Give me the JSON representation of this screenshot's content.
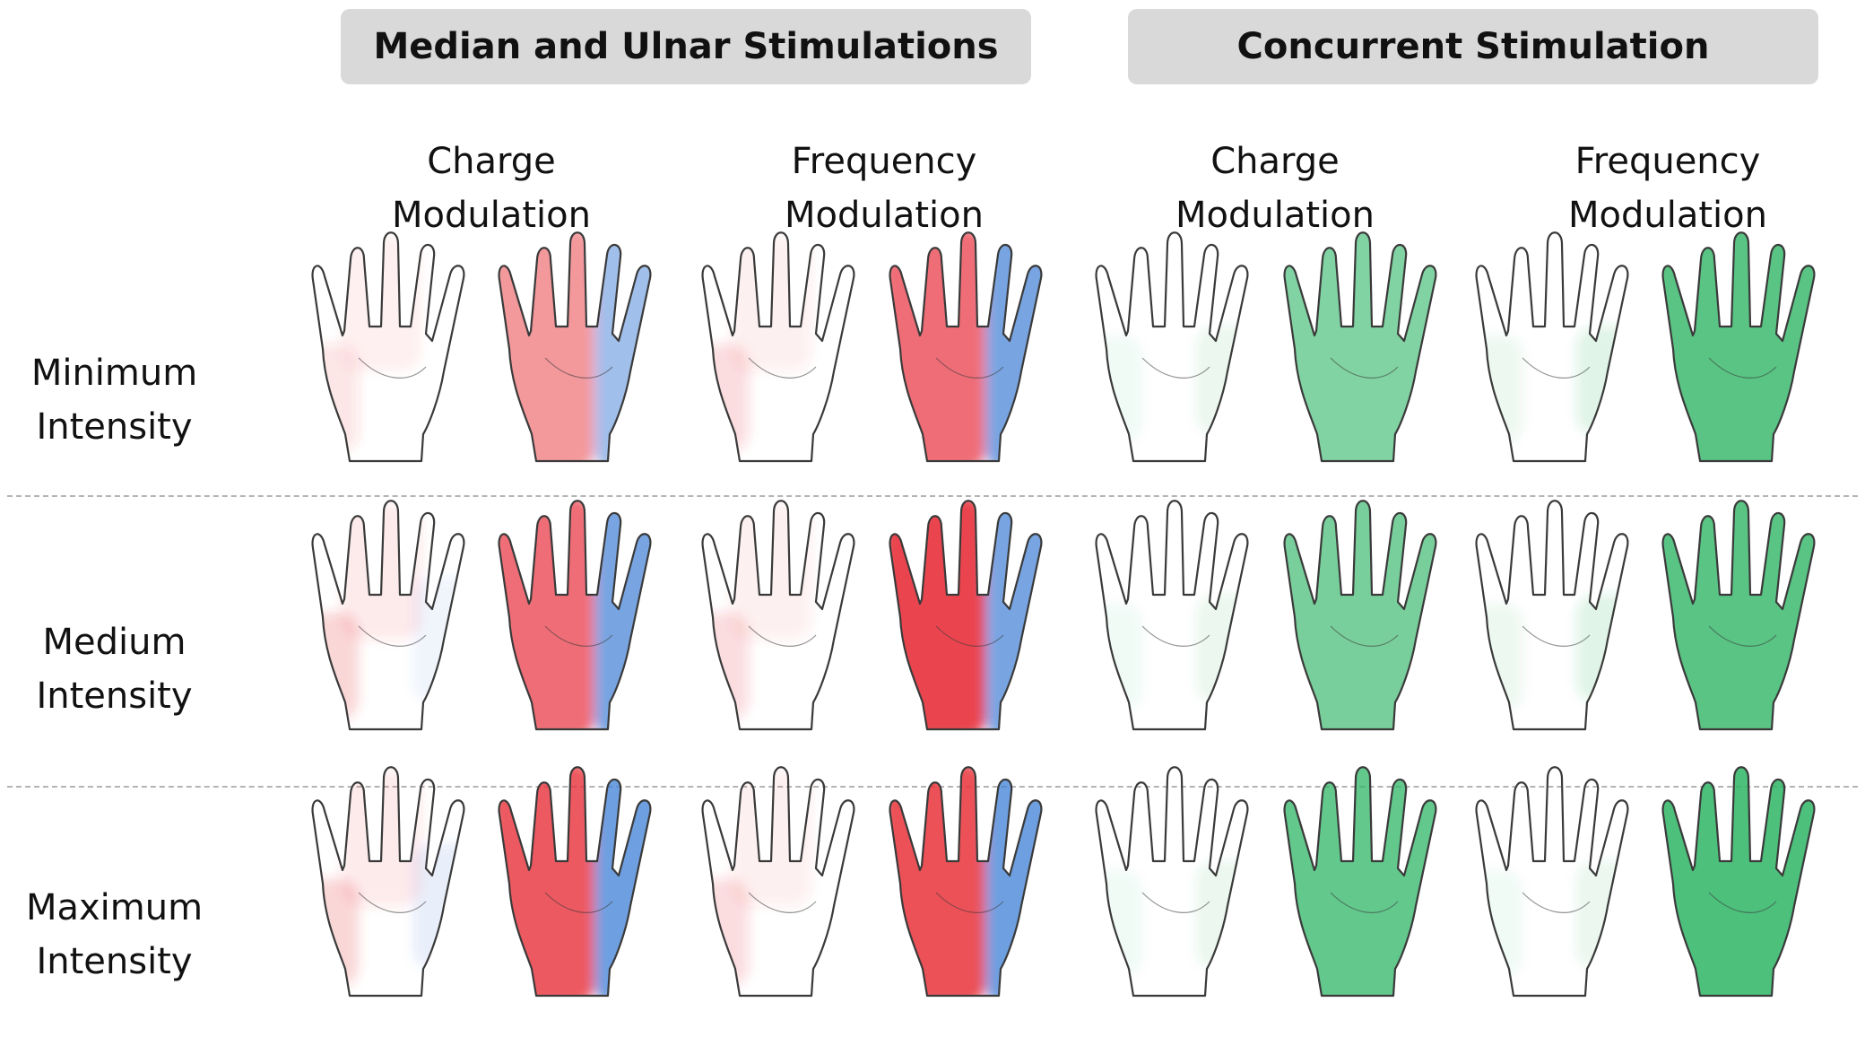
{
  "groups": [
    {
      "label": "Median and Ulnar Stimulations"
    },
    {
      "label": "Concurrent Stimulation"
    }
  ],
  "columns": [
    {
      "line1": "Charge",
      "line2": "Modulation"
    },
    {
      "line1": "Frequency",
      "line2": "Modulation"
    },
    {
      "line1": "Charge",
      "line2": "Modulation"
    },
    {
      "line1": "Frequency",
      "line2": "Modulation"
    }
  ],
  "rows": [
    {
      "line1": "Minimum",
      "line2": "Intensity"
    },
    {
      "line1": "Medium",
      "line2": "Intensity"
    },
    {
      "line1": "Maximum",
      "line2": "Intensity"
    }
  ],
  "colors": {
    "median": "#e8313a",
    "ulnar": "#3f7fd6",
    "concurrent": "#2fb565",
    "outline": "#3a3a3a",
    "header_bg": "#d9d9d9"
  },
  "sensation_maps": {
    "median_ulnar": {
      "charge": [
        {
          "back": {
            "median": 0.15,
            "ulnar": 0.0
          },
          "palm": {
            "median": 0.5,
            "ulnar": 0.5
          }
        },
        {
          "back": {
            "median": 0.25,
            "ulnar": 0.1
          },
          "palm": {
            "median": 0.7,
            "ulnar": 0.7
          }
        },
        {
          "back": {
            "median": 0.25,
            "ulnar": 0.15
          },
          "palm": {
            "median": 0.8,
            "ulnar": 0.75
          }
        }
      ],
      "frequency": [
        {
          "back": {
            "median": 0.2,
            "ulnar": 0.0
          },
          "palm": {
            "median": 0.7,
            "ulnar": 0.7
          }
        },
        {
          "back": {
            "median": 0.2,
            "ulnar": 0.0
          },
          "palm": {
            "median": 0.9,
            "ulnar": 0.7
          }
        },
        {
          "back": {
            "median": 0.2,
            "ulnar": 0.0
          },
          "palm": {
            "median": 0.85,
            "ulnar": 0.75
          }
        }
      ]
    },
    "concurrent": {
      "charge": [
        {
          "back": 0.1,
          "palm": 0.6
        },
        {
          "back": 0.1,
          "palm": 0.65
        },
        {
          "back": 0.1,
          "palm": 0.75
        }
      ],
      "frequency": [
        {
          "back": 0.15,
          "palm": 0.8
        },
        {
          "back": 0.15,
          "palm": 0.8
        },
        {
          "back": 0.1,
          "palm": 0.85
        }
      ]
    }
  }
}
